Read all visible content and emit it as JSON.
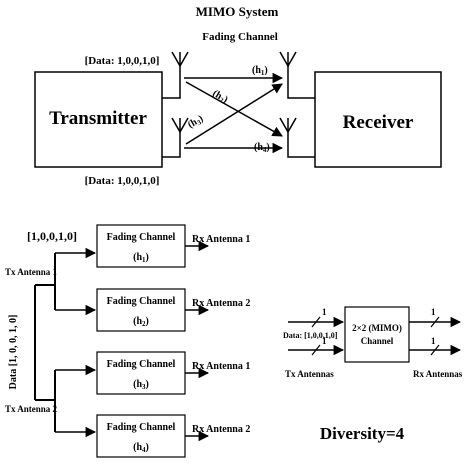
{
  "top": {
    "title": "MIMO System",
    "fading_channel": "Fading Channel",
    "data_top": "[Data: 1,0,0,1,0]",
    "data_bottom": "[Data: 1,0,0,1,0]",
    "transmitter": "Transmitter",
    "receiver": "Receiver",
    "h1": "(h",
    "h1_sub": "1",
    "h2": "(h",
    "h2_sub": "2",
    "h3": "(h",
    "h3_sub": "3",
    "h4": "(h",
    "h4_sub": "4",
    "close": ")"
  },
  "diversity": {
    "input_bits": "[1,0,0,1,0]",
    "tx1": "Tx Antenna 1",
    "tx2": "Tx Antenna 2",
    "vertical_label": "Data [1, 0, 0, 1, 0]",
    "channels": [
      {
        "line1": "Fading Channel",
        "h": "(h",
        "sub": "1",
        "close": ")",
        "rx": "Rx Antenna 1"
      },
      {
        "line1": "Fading Channel",
        "h": "(h",
        "sub": "2",
        "close": ")",
        "rx": "Rx Antenna 2"
      },
      {
        "line1": "Fading Channel",
        "h": "(h",
        "sub": "3",
        "close": ")",
        "rx": "Rx Antenna 1"
      },
      {
        "line1": "Fading Channel",
        "h": "(h",
        "sub": "4",
        "close": ")",
        "rx": "Rx Antenna 2"
      }
    ],
    "caption": "Diversity=4"
  },
  "compact": {
    "box_line1": "2×2 (MIMO)",
    "box_line2": "Channel",
    "data": "Data: [1,0,0,1,0]",
    "n1": "1",
    "n2": "1",
    "n3": "1",
    "n4": "1",
    "tx": "Tx Antennas",
    "rx": "Rx Antennas"
  }
}
